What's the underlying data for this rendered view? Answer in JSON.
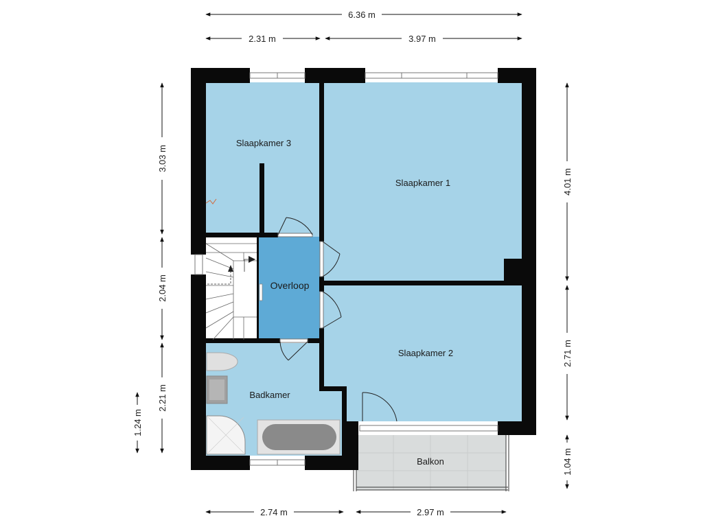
{
  "colors": {
    "room": "#a6d3e8",
    "hall": "#5eaad6",
    "wall": "#0a0a0a",
    "balcony": "#d9dcdc",
    "fixture": "#cfcfcf"
  },
  "rooms": {
    "slaapkamer1": "Slaapkamer 1",
    "slaapkamer2": "Slaapkamer 2",
    "slaapkamer3": "Slaapkamer 3",
    "overloop": "Overloop",
    "badkamer": "Badkamer",
    "balkon": "Balkon"
  },
  "dimensions": {
    "top_total": "6.36 m",
    "top_left": "2.31 m",
    "top_right": "3.97 m",
    "bottom_left": "2.74 m",
    "bottom_right": "2.97 m",
    "left_1": "3.03 m",
    "left_2": "2.04 m",
    "left_3": "2.21 m",
    "left_outer": "1.24 m",
    "right_1": "4.01 m",
    "right_2": "2.71 m",
    "right_3": "1.04 m"
  }
}
